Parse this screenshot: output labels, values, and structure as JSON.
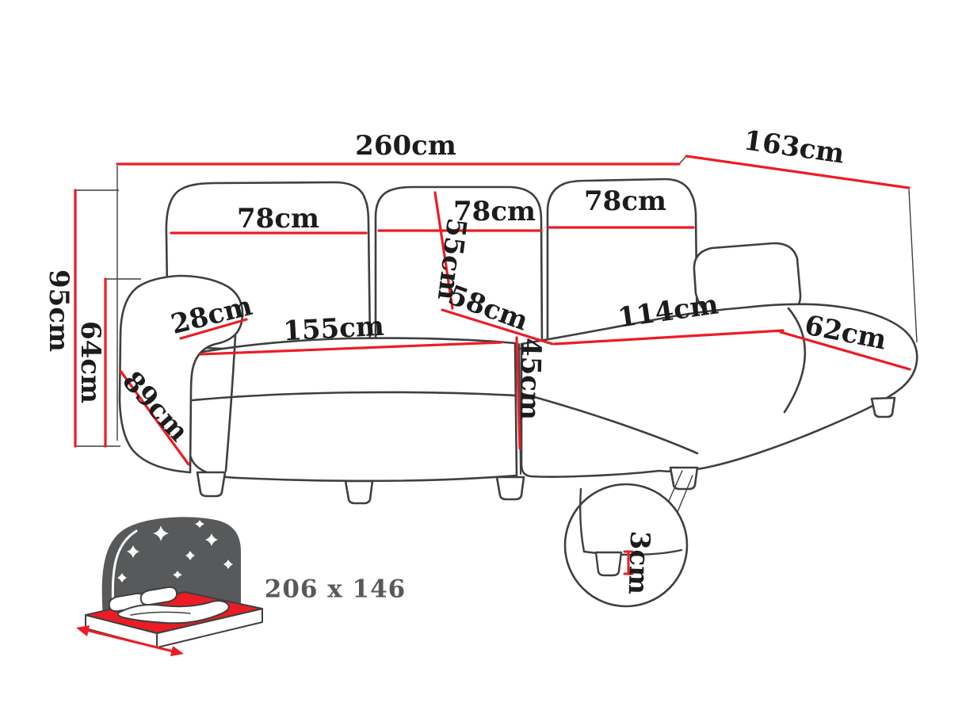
{
  "diagram": {
    "subject": "Corner sofa with sleeping function - dimension diagram",
    "colors": {
      "dimension_red": "#ec1c24",
      "outline_gray": "#3f3f3f",
      "label_black": "#1c1c1c",
      "icon_gray": "#58595b",
      "background": "#ffffff"
    },
    "labels": {
      "total_width": "260cm",
      "total_depth": "163cm",
      "total_height": "95cm",
      "armrest_height": "64cm",
      "backrest_left_width": "78cm",
      "backrest_middle_width": "78cm",
      "backrest_right_width": "78cm",
      "backrest_height": "55cm",
      "seat_to_front_depth": "58cm",
      "armrest_width": "28cm",
      "seat_width": "155cm",
      "chaise_length": "114cm",
      "chaise_width": "62cm",
      "seat_front_height": "45cm",
      "side_depth": "89cm",
      "leg_height": "3cm",
      "sleeping_area": "206 x 146"
    }
  }
}
